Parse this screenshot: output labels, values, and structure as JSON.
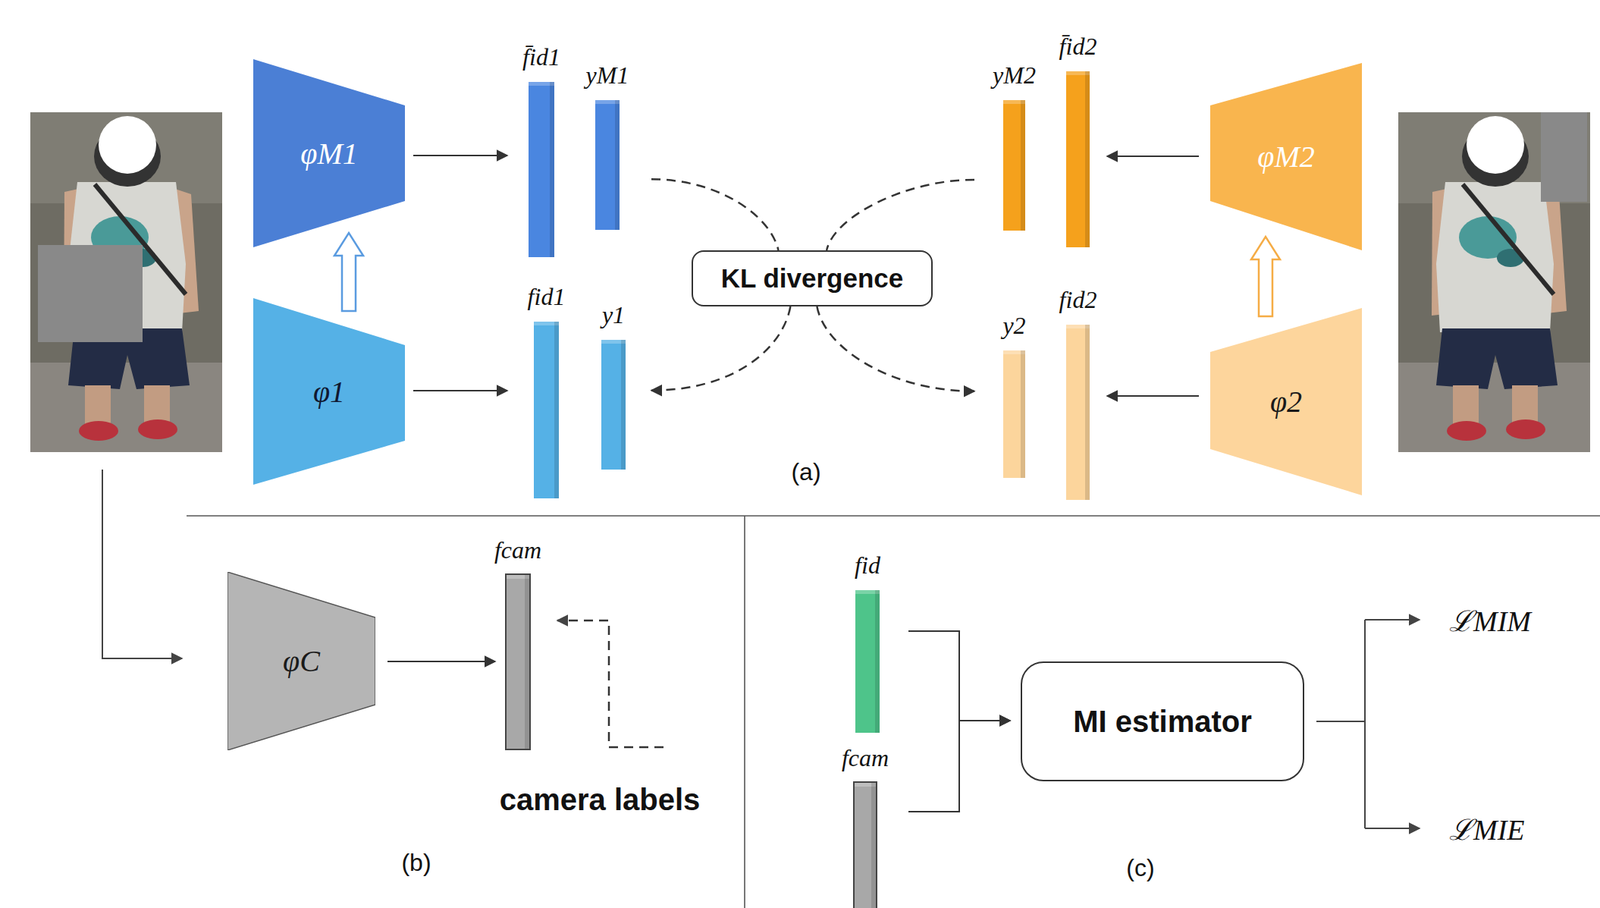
{
  "diagram": {
    "nodes": [
      {
        "text": [
          "φM1"
        ]
      },
      {
        "text": [
          "f̄id1"
        ]
      },
      {
        "text": [
          "yM1"
        ]
      },
      {
        "text": [
          "yM2"
        ]
      },
      {
        "text": [
          "f̄id2"
        ]
      },
      {
        "text": [
          "φM2"
        ]
      },
      {
        "text": [
          "KL divergence"
        ]
      },
      {
        "text": [
          "φ1"
        ]
      },
      {
        "text": [
          "fid1"
        ]
      },
      {
        "text": [
          "y1"
        ]
      },
      {
        "text": [
          "y2"
        ]
      },
      {
        "text": [
          "fid2"
        ]
      },
      {
        "text": [
          "φ2"
        ]
      },
      {
        "text": [
          "φC"
        ]
      },
      {
        "text": [
          "fcam"
        ]
      },
      {
        "text": [
          "fid"
        ]
      },
      {
        "text": [
          "MI estimator"
        ]
      },
      {
        "text": [
          "fcam"
        ]
      }
    ],
    "edges": [
      {
        "from": 0,
        "to": 1,
        "arrow": "to"
      },
      {
        "from": 7,
        "to": 0,
        "arrow": "to"
      },
      {
        "from": 7,
        "to": 8,
        "arrow": "to"
      },
      {
        "from": 5,
        "to": 4,
        "arrow": "to"
      },
      {
        "from": 12,
        "to": 5,
        "arrow": "to"
      },
      {
        "from": 12,
        "to": 11,
        "arrow": "to"
      },
      {
        "from": 2,
        "to": 6,
        "arrow": "none"
      },
      {
        "from": 6,
        "to": 10,
        "arrow": "to"
      },
      {
        "from": 3,
        "to": 6,
        "arrow": "none"
      },
      {
        "from": 6,
        "to": 9,
        "arrow": "to"
      },
      {
        "from": 13,
        "to": 14,
        "arrow": "to"
      },
      {
        "from": 15,
        "to": 16,
        "arrow": "to"
      },
      {
        "from": 17,
        "to": 16,
        "arrow": "to"
      }
    ],
    "labels": [
      "(a)",
      "camera labels",
      "(b)",
      "ℒMIM",
      "ℒMIE",
      "(c)"
    ]
  }
}
